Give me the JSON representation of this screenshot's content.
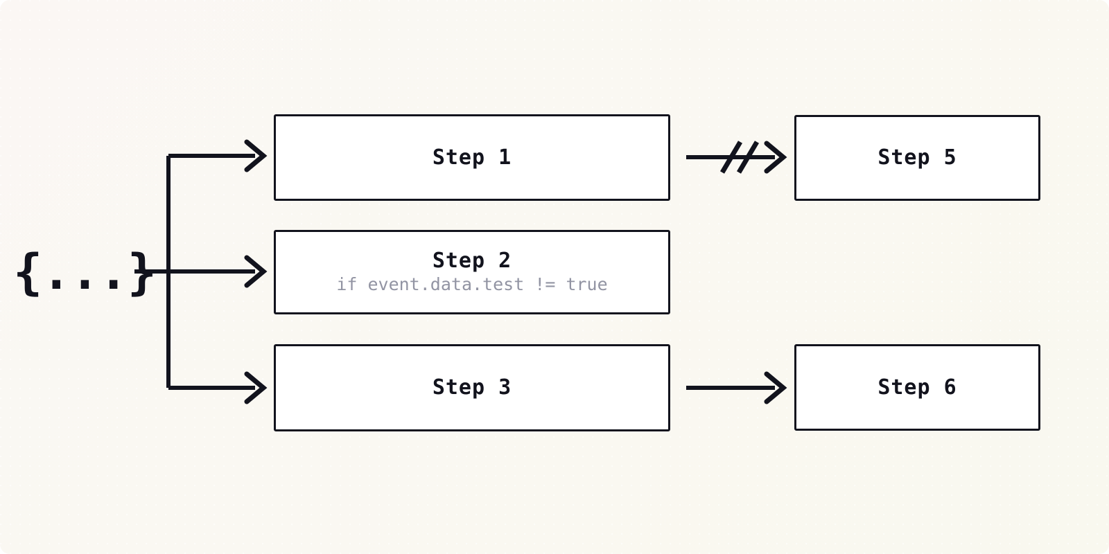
{
  "diagram": {
    "type": "workflow-graph",
    "background_color": "#faf7f1",
    "line_color": "#12131d",
    "node_fill": "#ffffff",
    "condition_text_color": "#9294a3",
    "trigger": {
      "label": "{...}",
      "name": "event-payload-trigger"
    },
    "nodes": [
      {
        "id": "step1",
        "title": "Step 1",
        "condition": ""
      },
      {
        "id": "step2",
        "title": "Step 2",
        "condition": "if event.data.test != true"
      },
      {
        "id": "step3",
        "title": "Step 3",
        "condition": ""
      },
      {
        "id": "step5",
        "title": "Step 5",
        "condition": ""
      },
      {
        "id": "step6",
        "title": "Step 6",
        "condition": ""
      }
    ],
    "edges": [
      {
        "id": "trigger-to-step1",
        "from": "trigger",
        "to": "step1",
        "style": "solid-arrow",
        "blocked": false
      },
      {
        "id": "trigger-to-step2",
        "from": "trigger",
        "to": "step2",
        "style": "solid-arrow",
        "blocked": false
      },
      {
        "id": "trigger-to-step3",
        "from": "trigger",
        "to": "step3",
        "style": "solid-arrow",
        "blocked": false
      },
      {
        "id": "step1-to-step5",
        "from": "step1",
        "to": "step5",
        "style": "slashed-arrow",
        "blocked": true
      },
      {
        "id": "step3-to-step6",
        "from": "step3",
        "to": "step6",
        "style": "solid-arrow",
        "blocked": false
      }
    ]
  }
}
